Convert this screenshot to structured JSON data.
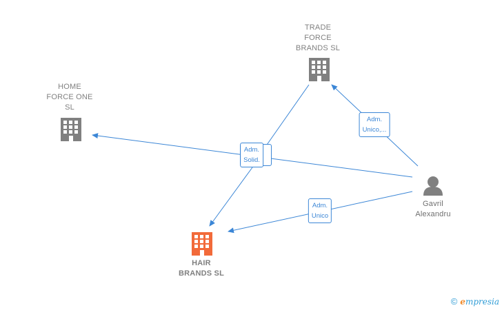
{
  "nodes": {
    "trade_force": {
      "label": "TRADE\nFORCE\nBRANDS  SL",
      "type": "company",
      "color": "#808080"
    },
    "home_force": {
      "label": "HOME\nFORCE ONE\nSL",
      "type": "company",
      "color": "#808080"
    },
    "hair_brands": {
      "label": "HAIR\nBRANDS  SL",
      "type": "company-focus",
      "color": "#f26a3a"
    },
    "gavril": {
      "label": "Gavril\nAlexandru",
      "type": "person",
      "color": "#808080"
    }
  },
  "edges": {
    "adm_unico_trade": {
      "label": "Adm.\nUnico,..."
    },
    "adm_solid": {
      "label": "Adm.\nSolid."
    },
    "adm_unico_hair": {
      "label": "Adm.\nUnico"
    }
  },
  "colors": {
    "edge": "#3b86d6",
    "company": "#808080",
    "focus": "#f26a3a"
  },
  "footer": {
    "copyright": "©",
    "brand_initial": "e",
    "brand_rest": "mpresia"
  }
}
